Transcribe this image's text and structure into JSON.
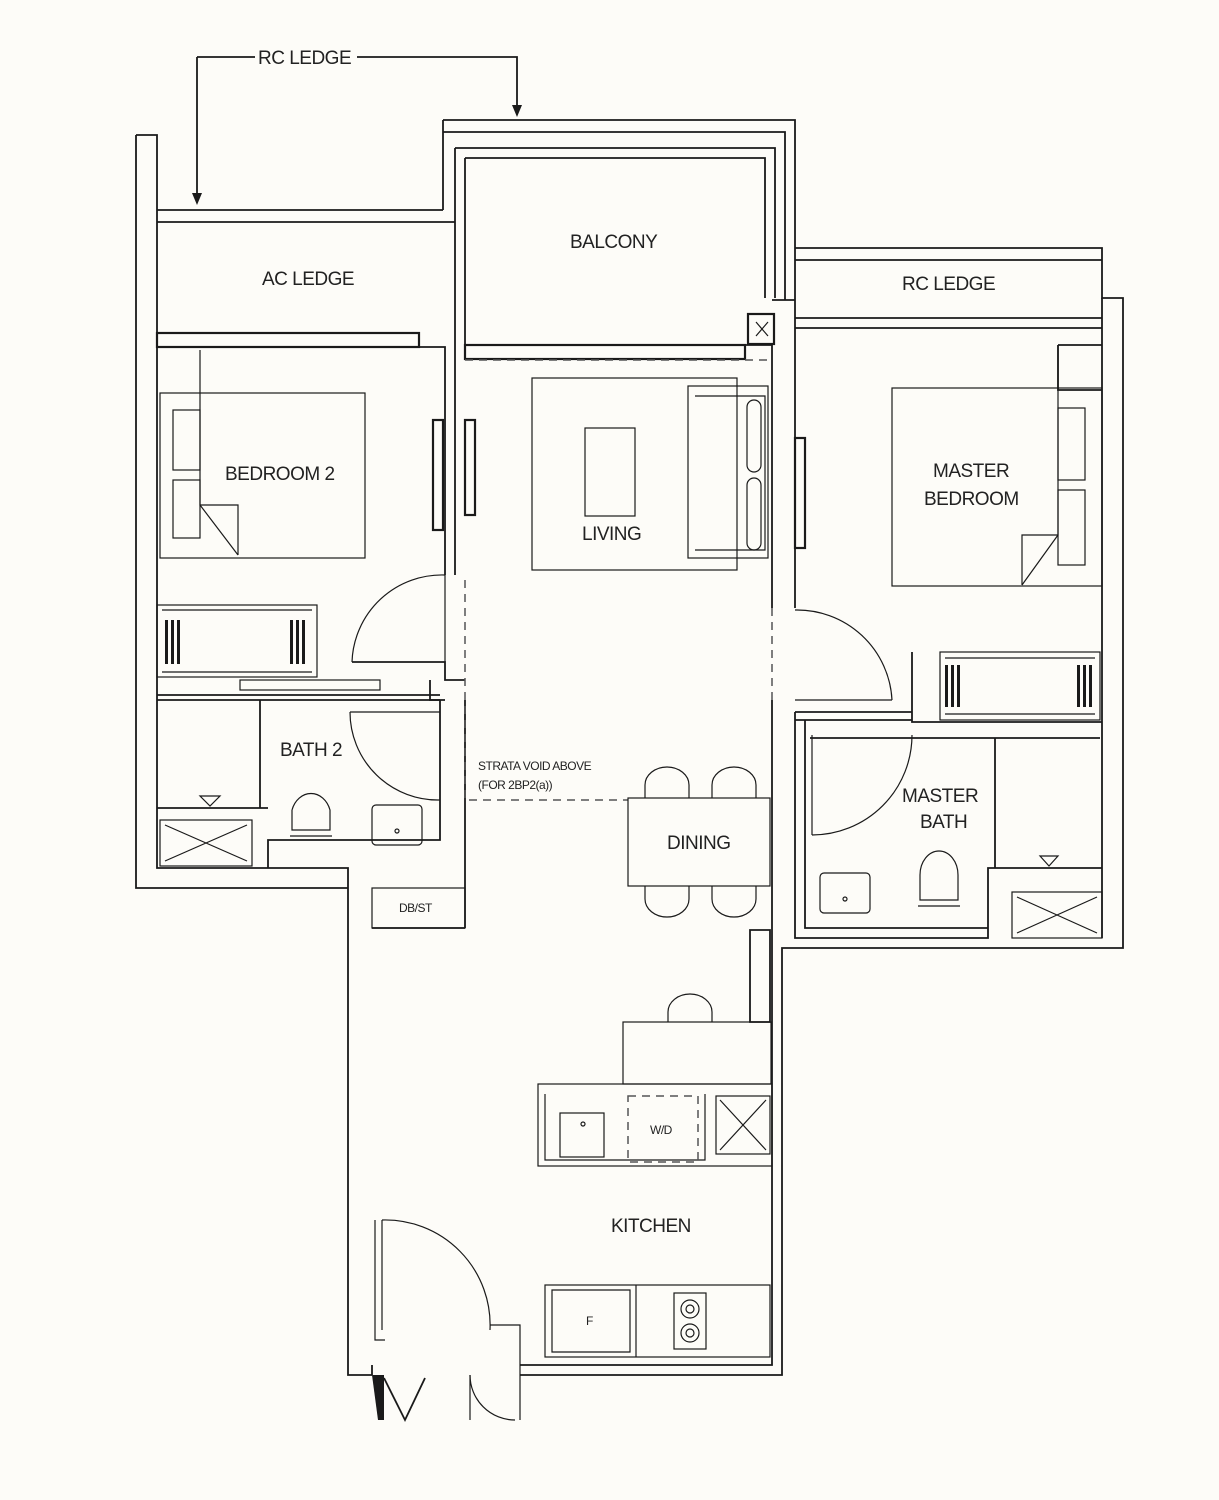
{
  "labels": {
    "rc_ledge_top": "RC LEDGE",
    "ac_ledge": "AC LEDGE",
    "balcony": "BALCONY",
    "rc_ledge_right": "RC LEDGE",
    "bedroom2": "BEDROOM 2",
    "living": "LIVING",
    "master_bedroom_1": "MASTER",
    "master_bedroom_2": "BEDROOM",
    "bath2": "BATH 2",
    "strata_void_1": "STRATA VOID ABOVE",
    "strata_void_2": "(FOR 2BP2(a))",
    "dining": "DINING",
    "master_bath_1": "MASTER",
    "master_bath_2": "BATH",
    "db_st": "DB/ST",
    "wd": "W/D",
    "kitchen": "KITCHEN",
    "fridge": "F"
  }
}
